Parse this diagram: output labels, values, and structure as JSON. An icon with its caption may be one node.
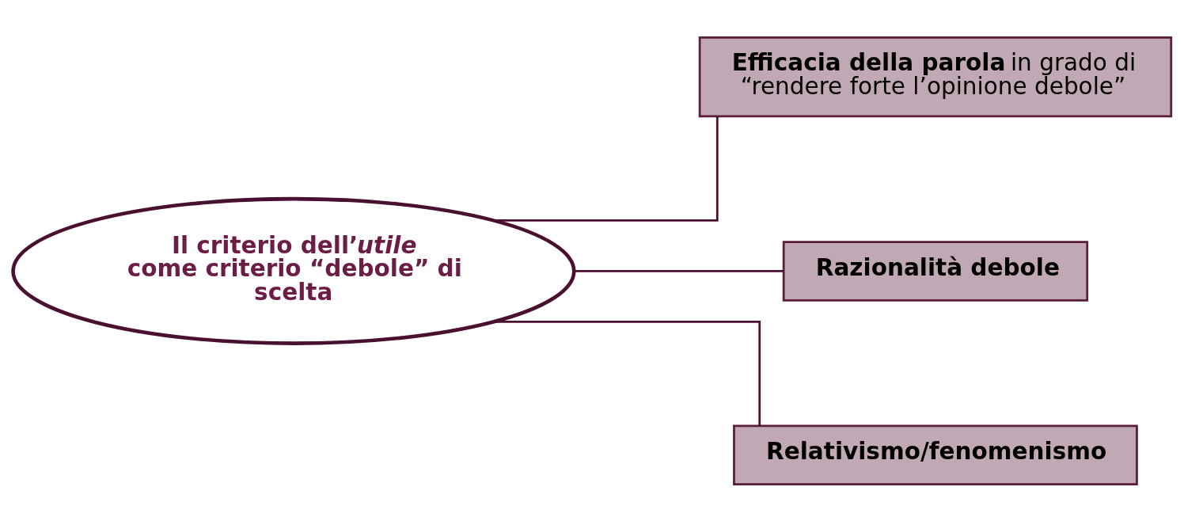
{
  "diagram": {
    "nodes": [
      {
        "text": [
          "Il criterio dell’*utile* come criterio “debole” di scelta"
        ]
      },
      {
        "text": [
          "**Efficacia della parola** in grado di “rendere forte l’opinione debole”"
        ]
      },
      {
        "text": [
          "**Razionalità debole**"
        ]
      },
      {
        "text": [
          "**Relativismo/fenomenismo**"
        ]
      }
    ],
    "edges": [
      {
        "from": 0,
        "to": 1,
        "arrow": "none"
      },
      {
        "from": 0,
        "to": 2,
        "arrow": "none"
      },
      {
        "from": 0,
        "to": 3,
        "arrow": "none"
      }
    ]
  }
}
